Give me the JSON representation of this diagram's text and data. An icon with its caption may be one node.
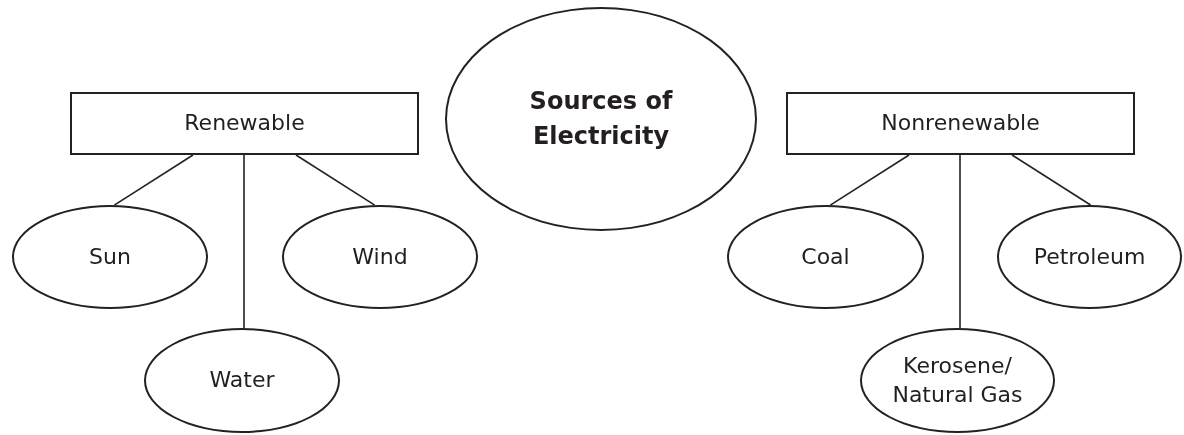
{
  "diagram": {
    "nodes": [
      {
        "text": [
          "Sources of Electricity"
        ]
      },
      {
        "text": [
          "Renewable"
        ]
      },
      {
        "text": [
          "Sun"
        ]
      },
      {
        "text": [
          "Wind"
        ]
      },
      {
        "text": [
          "Water"
        ]
      },
      {
        "text": [
          "Nonrenewable"
        ]
      },
      {
        "text": [
          "Coal"
        ]
      },
      {
        "text": [
          "Petroleum"
        ]
      },
      {
        "text": [
          "Kerosene/ Natural Gas"
        ]
      }
    ],
    "edges": [
      {
        "from": 1,
        "to": 2,
        "arrow": "none"
      },
      {
        "from": 1,
        "to": 4,
        "arrow": "none"
      },
      {
        "from": 1,
        "to": 3,
        "arrow": "none"
      },
      {
        "from": 5,
        "to": 6,
        "arrow": "none"
      },
      {
        "from": 5,
        "to": 8,
        "arrow": "none"
      },
      {
        "from": 5,
        "to": 7,
        "arrow": "none"
      }
    ]
  }
}
